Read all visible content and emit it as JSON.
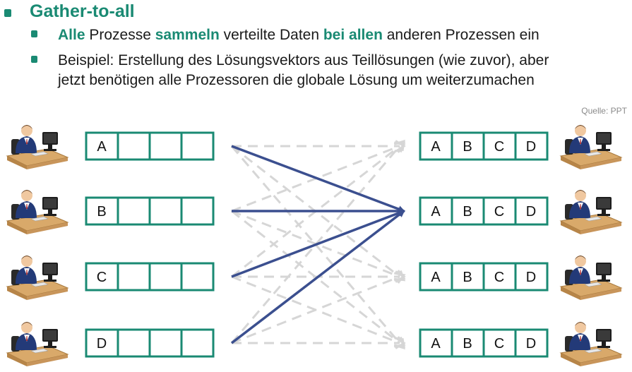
{
  "title": "Gather-to-all",
  "bullets": [
    {
      "parts": [
        {
          "text": "Alle",
          "hl": true
        },
        {
          "text": " Prozesse ",
          "hl": false
        },
        {
          "text": "sammeln",
          "hl": true
        },
        {
          "text": " verteilte Daten ",
          "hl": false
        },
        {
          "text": "bei allen",
          "hl": true
        },
        {
          "text": " anderen Prozessen ein",
          "hl": false
        }
      ]
    },
    {
      "line1": "Beispiel: Erstellung des Lösungsvektors aus Teillösungen (wie zuvor), aber",
      "line2": "jetzt benötigen alle Prozessoren die globale Lösung um weiterzumachen"
    }
  ],
  "source": "Quelle: PPT",
  "diagram": {
    "left_arrays": [
      [
        "A",
        "",
        "",
        ""
      ],
      [
        "B",
        "",
        "",
        ""
      ],
      [
        "C",
        "",
        "",
        ""
      ],
      [
        "D",
        "",
        "",
        ""
      ]
    ],
    "right_arrays": [
      [
        "A",
        "B",
        "C",
        "D"
      ],
      [
        "A",
        "B",
        "C",
        "D"
      ],
      [
        "A",
        "B",
        "C",
        "D"
      ],
      [
        "A",
        "B",
        "C",
        "D"
      ]
    ],
    "solid_arrow_target": 1,
    "colors": {
      "box_border": "#1a8a73",
      "solid_arrow": "#3b4f8f",
      "dashed_arrow": "#d6d6d6",
      "accent": "#1a8a73"
    },
    "people_icons": [
      "person-at-computer-icon",
      "person-at-computer-icon",
      "person-at-computer-icon",
      "person-at-computer-icon"
    ]
  }
}
